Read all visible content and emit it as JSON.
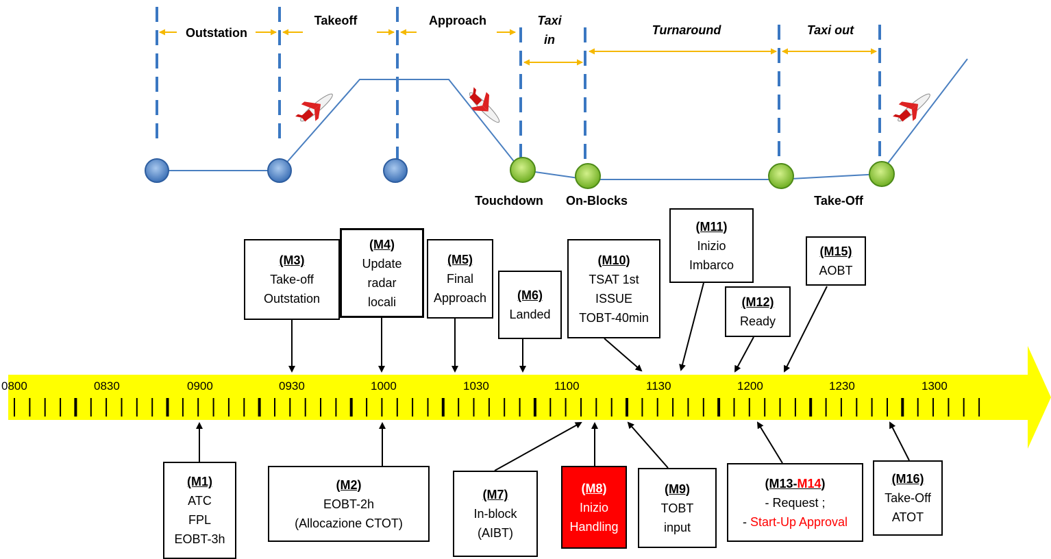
{
  "phases": [
    {
      "label": "Outstation",
      "italic": false
    },
    {
      "label": "Takeoff",
      "italic": false
    },
    {
      "label": "Approach",
      "italic": false
    },
    {
      "label": "Taxi",
      "label2": "in",
      "italic": true
    },
    {
      "label": "Turnaround",
      "italic": true
    },
    {
      "label": "Taxi out",
      "italic": true
    }
  ],
  "events": {
    "touchdown": "Touchdown",
    "on_blocks": "On-Blocks",
    "take_off": "Take-Off"
  },
  "timeline": {
    "labels": [
      "0800",
      "0830",
      "0900",
      "0930",
      "1000",
      "1030",
      "1100",
      "1130",
      "1200",
      "1230",
      "1300"
    ],
    "bar_color": "#ffff00"
  },
  "milestones": {
    "m1": {
      "title": "(M1)",
      "lines": [
        "ATC",
        "FPL",
        "EOBT-3h"
      ]
    },
    "m2": {
      "title": "(M2)",
      "lines": [
        "EOBT-2h",
        "(Allocazione CTOT)"
      ]
    },
    "m3": {
      "title": "(M3)",
      "lines": [
        "Take-off",
        "Outstation"
      ]
    },
    "m4": {
      "title": "(M4)",
      "lines": [
        "Update",
        "radar",
        "locali"
      ]
    },
    "m5": {
      "title": "(M5)",
      "lines": [
        "Final",
        "Approach"
      ]
    },
    "m6": {
      "title": "(M6)",
      "lines": [
        "Landed"
      ]
    },
    "m7": {
      "title": "(M7)",
      "lines": [
        "In-block",
        "(AIBT)"
      ]
    },
    "m8": {
      "title": "(M8)",
      "lines": [
        "Inizio",
        "Handling"
      ],
      "fill": "#ff0000"
    },
    "m9": {
      "title": "(M9)",
      "lines": [
        "TOBT",
        "input"
      ]
    },
    "m10": {
      "title": "(M10)",
      "lines": [
        "TSAT 1st",
        "ISSUE",
        "TOBT-40min"
      ]
    },
    "m11": {
      "title": "(M11)",
      "lines": [
        "Inizio",
        "Imbarco"
      ]
    },
    "m12": {
      "title": "(M12)",
      "lines": [
        "Ready"
      ]
    },
    "m13": {
      "title_a": "(M13-",
      "title_b": "M14",
      "title_c": ")",
      "lines": [
        "- Request ;"
      ],
      "line2_prefix": "- ",
      "line2_red": "Start-Up Approval"
    },
    "m15": {
      "title": "(M15)",
      "lines": [
        "AOBT"
      ]
    },
    "m16": {
      "title": "(M16)",
      "lines": [
        "Take-Off",
        "ATOT"
      ]
    }
  },
  "colors": {
    "dashed": "#3b78c2",
    "phase_arrow": "#f5b800",
    "path": "#4a7fc0",
    "node_blue": "#5b8fd0",
    "node_green": "#8fcf3a",
    "red": "#ff0000"
  }
}
